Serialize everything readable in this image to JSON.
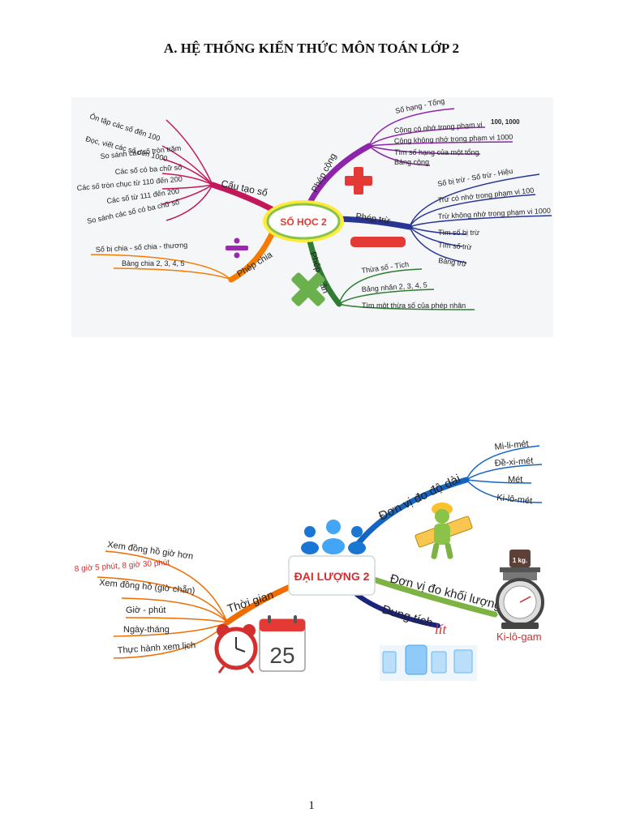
{
  "page": {
    "title": "A.   HỆ THỐNG KIẾN THỨC MÔN TOÁN LỚP 2",
    "page_number": "1"
  },
  "map1": {
    "center": "SỐ HỌC 2",
    "branches": {
      "cau_tao_so": {
        "label": "Cấu tạo số",
        "color": "#c2185b",
        "items": [
          "Ôn tập các số đến 100",
          "Đọc, viết các số đến 1000",
          "So sánh các số tròn trăm",
          "Các số có ba chữ số",
          "Các số tròn chục từ 110 đến 200",
          "Các số từ 111 đến 200",
          "So sánh các số có ba chữ số"
        ]
      },
      "phep_chia": {
        "label": "Phép chia",
        "color": "#f57c00",
        "items": [
          "Số bị chia - số chia - thương",
          "Bảng chia 2, 3, 4, 5"
        ]
      },
      "phep_cong": {
        "label": "Phép cộng",
        "color": "#8e24aa",
        "items": [
          "Số hạng - Tổng",
          "Cộng có nhớ trong phạm vi",
          "Cộng không nhớ trong phạm vi 1000",
          "Tìm số hạng của một tổng",
          "Bảng cộng"
        ],
        "note": "100, 1000"
      },
      "phep_tru": {
        "label": "Phép trừ",
        "color": "#283593",
        "items": [
          "Số bị trừ - Số trừ - Hiệu",
          "Trừ có nhớ trong phạm vi 100",
          "Trừ không nhớ trong phạm vi 1000",
          "Tìm số bị trừ",
          "Tìm số trừ",
          "Bảng trừ"
        ]
      },
      "phep_nhan": {
        "label": "Phép nhân",
        "color": "#2e7d32",
        "items": [
          "Thừa số - Tích",
          "Bảng nhân 2, 3, 4, 5",
          "Tìm một thừa số của phép nhân"
        ]
      }
    }
  },
  "map2": {
    "center": "ĐẠI LƯỢNG 2",
    "branches": {
      "do_dai": {
        "label": "Đơn vị đo độ dài",
        "color": "#1565c0",
        "items": [
          "Mi-li-mét",
          "Đề-xi-mét",
          "Mét",
          "Ki-lô-mét"
        ]
      },
      "khoi_luong": {
        "label": "Đơn vị đo khối lượng",
        "color": "#7cb342",
        "items": [
          "Ki-lô-gam"
        ],
        "scale_label": "1 kg."
      },
      "dung_tich": {
        "label": "Dung tích",
        "color": "#1a237e",
        "lit": "lít"
      },
      "thoi_gian": {
        "label": "Thời gian",
        "color": "#ef6c00",
        "items": [
          "Xem đồng hồ giờ hơn",
          "8 giờ 5 phút, 8 giờ 30 phút",
          "Xem đồng hồ (giờ chẵn)",
          "Giờ - phút",
          "Ngày-tháng",
          "Thực hành xem lịch"
        ],
        "calendar_day": "25"
      }
    }
  }
}
